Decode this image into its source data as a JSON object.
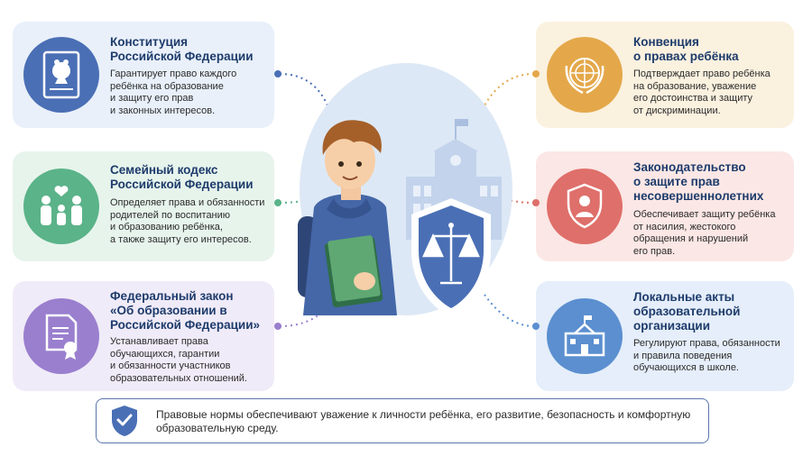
{
  "cards": [
    {
      "title": [
        "Конституция",
        "Российской Федерации"
      ],
      "desc": [
        "Гарантирует право каждого",
        "ребёнка на образование",
        "и защиту его прав",
        "и законных интересов."
      ],
      "icon": "russian-emblem-icon"
    },
    {
      "title": [
        "Семейный кодекс",
        "Российской Федерации"
      ],
      "desc": [
        "Определяет права и обязанности",
        "родителей по воспитанию",
        "и образованию ребёнка,",
        "а также защиту его интересов."
      ],
      "icon": "family-icon"
    },
    {
      "title": [
        "Федеральный закон",
        "«Об образовании в",
        "Российской Федерации»"
      ],
      "desc": [
        "Устанавливает права",
        "обучающихся, гарантии",
        "и обязанности участников",
        "образовательных отношений."
      ],
      "icon": "certificate-icon"
    },
    {
      "title": [
        "Конвенция",
        "о правах ребёнка"
      ],
      "desc": [
        "Подтверждает право ребёнка",
        "на образование, уважение",
        "его достоинства и защиту",
        "от дискриминации."
      ],
      "icon": "un-emblem-icon"
    },
    {
      "title": [
        "Законодательство",
        "о защите прав",
        "несовершеннолетних"
      ],
      "desc": [
        "Обеспечивает защиту ребёнка",
        "от насилия, жестокого",
        "обращения и нарушений",
        "его прав."
      ],
      "icon": "shield-person-icon"
    },
    {
      "title": [
        "Локальные акты",
        "образовательной",
        "организации"
      ],
      "desc": [
        "Регулируют права, обязанности",
        "и правила поведения",
        "обучающихся в школе."
      ],
      "icon": "school-icon"
    }
  ],
  "footer": {
    "lines": [
      "Правовые нормы обеспечивают уважение к личности ребёнка, его развитие, безопасность и комфортную",
      "образовательную среду."
    ],
    "icon": "shield-check-icon"
  },
  "colors": {
    "blue": "#4a6fb5",
    "green": "#5bb389",
    "purple": "#9a7fce",
    "orange": "#e4a84a",
    "red": "#df6f6a",
    "lightblue": "#5b8fd0"
  }
}
